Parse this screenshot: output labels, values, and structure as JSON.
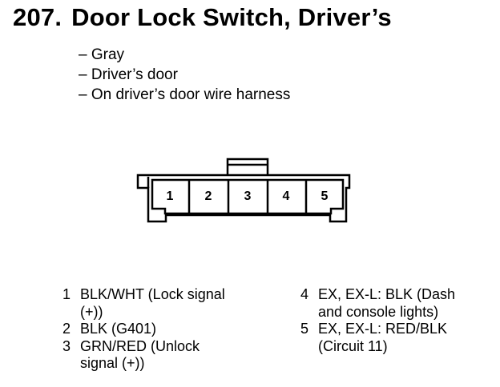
{
  "title": {
    "number": "207.",
    "text": "Door Lock Switch, Driver’s"
  },
  "notes": [
    "– Gray",
    "– Driver’s door",
    "– On driver’s door wire harness"
  ],
  "connector": {
    "pins": [
      "1",
      "2",
      "3",
      "4",
      "5"
    ]
  },
  "pinout": {
    "left": [
      {
        "num": "1",
        "desc": "BLK/WHT (Lock signal\n(+))"
      },
      {
        "num": "2",
        "desc": "BLK (G401)"
      },
      {
        "num": "3",
        "desc": "GRN/RED (Unlock\nsignal (+))"
      }
    ],
    "right": [
      {
        "num": "4",
        "desc": "EX, EX-L: BLK (Dash\nand console lights)"
      },
      {
        "num": "5",
        "desc": "EX, EX-L: RED/BLK\n(Circuit 11)"
      }
    ]
  }
}
